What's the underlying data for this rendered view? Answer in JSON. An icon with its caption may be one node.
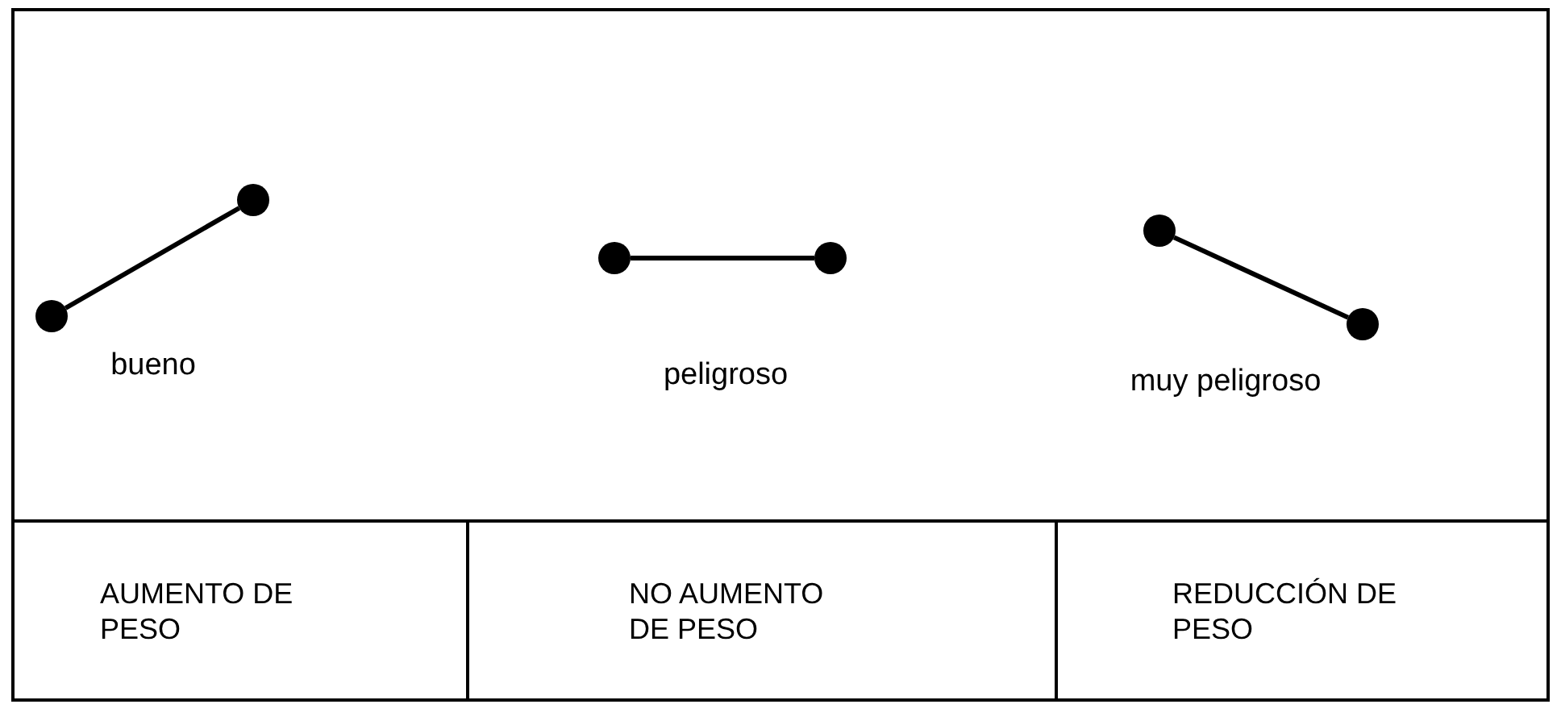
{
  "diagram": {
    "nodes": [
      {
        "text": [],
        "shape": "circle"
      },
      {
        "text": [],
        "shape": "circle"
      },
      {
        "text": [],
        "shape": "circle"
      },
      {
        "text": [],
        "shape": "circle"
      },
      {
        "text": [],
        "shape": "circle"
      },
      {
        "text": [],
        "shape": "circle"
      },
      {
        "text": [
          "AUMENTO DE PESO"
        ]
      },
      {
        "text": [
          "NO AUMENTO DE PESO"
        ]
      },
      {
        "text": [
          "REDUCCIÓN DE PESO"
        ]
      }
    ],
    "edges": [
      {
        "from": 0,
        "to": 1,
        "arrow": "none"
      },
      {
        "from": 2,
        "to": 3,
        "arrow": "none"
      },
      {
        "from": 4,
        "to": 5,
        "arrow": "none"
      }
    ],
    "labels": [
      "bueno",
      "peligroso",
      "muy peligroso"
    ]
  }
}
